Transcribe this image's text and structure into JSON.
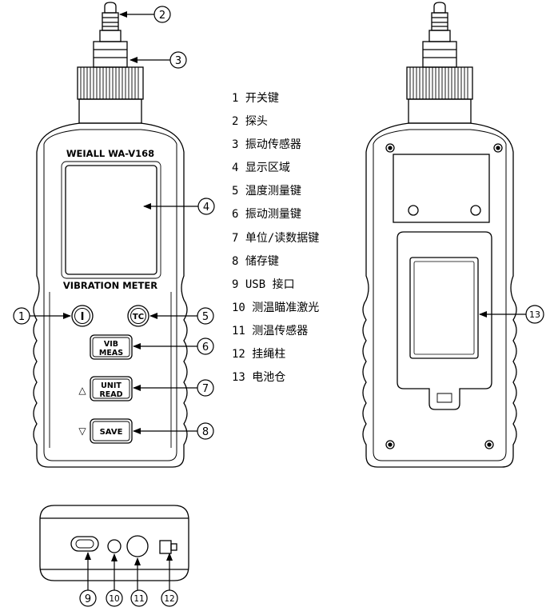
{
  "front": {
    "brand": "WEIALL  WA-V168",
    "label": "VIBRATION METER",
    "btn_power": "I",
    "btn_tc": "TC",
    "btn_vib_1": "VIB",
    "btn_vib_2": "MEAS",
    "btn_unit_1": "UNIT",
    "btn_unit_2": "READ",
    "btn_save": "SAVE",
    "arrow_up": "△",
    "arrow_down": "▽"
  },
  "callouts": {
    "c1": "1",
    "c2": "2",
    "c3": "3",
    "c4": "4",
    "c5": "5",
    "c6": "6",
    "c7": "7",
    "c8": "8",
    "c9": "9",
    "c10": "10",
    "c11": "11",
    "c12": "12",
    "c13": "13"
  },
  "legend": [
    "1 开关键",
    "2 探头",
    "3 振动传感器",
    "4 显示区域",
    "5 温度测量键",
    "6 振动测量键",
    "7 单位/读数据键",
    "8 储存键",
    "9 USB 接口",
    "10 测温瞄准激光",
    "11 测温传感器",
    "12 挂绳柱",
    "13 电池仓"
  ]
}
